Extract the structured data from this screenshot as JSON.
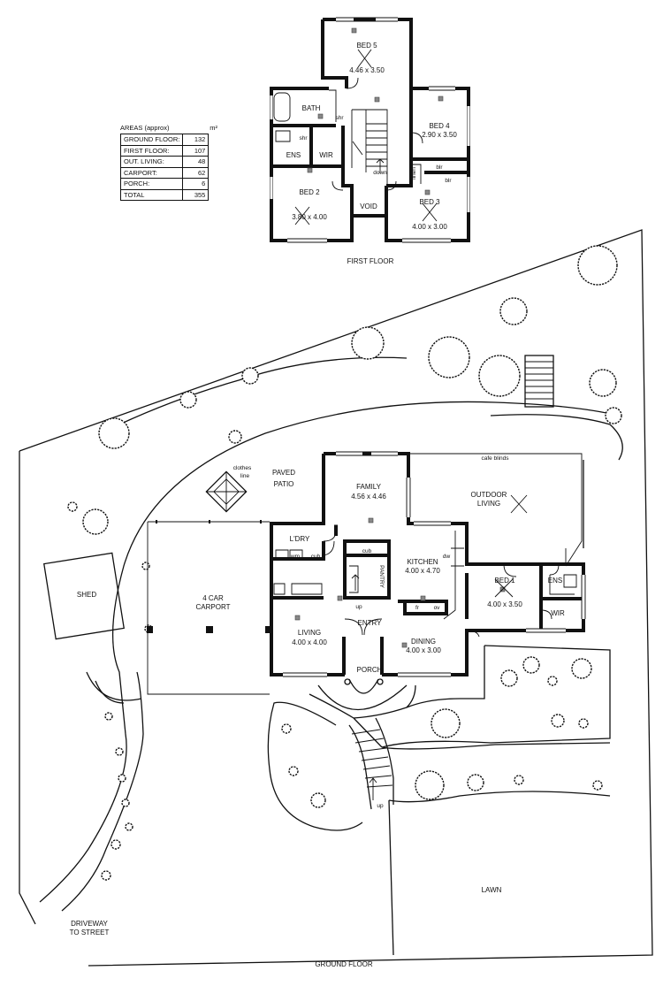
{
  "areas": {
    "heading": "AREAS (approx)",
    "unit": "m²",
    "rows": [
      {
        "label": "GROUND FLOOR:",
        "value": "132"
      },
      {
        "label": "FIRST FLOOR:",
        "value": "107"
      },
      {
        "label": "OUT. LIVING:",
        "value": "48"
      },
      {
        "label": "CARPORT:",
        "value": "62"
      },
      {
        "label": "PORCH:",
        "value": "6"
      },
      {
        "label": "TOTAL",
        "value": "355"
      }
    ]
  },
  "first_floor": {
    "title": "FIRST FLOOR",
    "bed5": {
      "name": "BED 5",
      "size": "4.46 x 3.50"
    },
    "bed4": {
      "name": "BED 4",
      "size": "2.90 x 3.50"
    },
    "bed2": {
      "name": "BED 2",
      "size": "3.80 x 4.00"
    },
    "bed3": {
      "name": "BED 3",
      "size": "4.00 x 3.00"
    },
    "bath": "BATH",
    "shr1": "shr",
    "shr2": "shr",
    "ens": "ENS",
    "wir": "WIR",
    "linen": "linen",
    "blr1": "blr",
    "blr2": "blr",
    "void": "VOID",
    "down": "down"
  },
  "ground_floor": {
    "title": "GROUND FLOOR",
    "clothes_line": [
      "clothes",
      "line"
    ],
    "paved_patio": [
      "PAVED",
      "PATIO"
    ],
    "family": {
      "name": "FAMILY",
      "size": "4.56 x 4.46"
    },
    "cafe_blinds": "cafe blinds",
    "outdoor_living": [
      "OUTDOOR",
      "LIVING"
    ],
    "ldry": "L'DRY",
    "wm": "wm",
    "cub1": "cub",
    "cub2": "cub",
    "pantry": "PANTRY",
    "kitchen": {
      "name": "KITCHEN",
      "size": "4.00 x 4.70"
    },
    "dw": "dw",
    "fr": "fr",
    "ov": "ov",
    "up1": "up",
    "up2": "up",
    "bed1": {
      "name": "BED 1",
      "size": "4.00 x 3.50"
    },
    "ens": "ENS",
    "wir": "WIR",
    "carport": [
      "4 CAR",
      "CARPORT"
    ],
    "shed": "SHED",
    "living": {
      "name": "LIVING",
      "size": "4.00 x 4.00"
    },
    "entry": "ENTRY",
    "dining": {
      "name": "DINING",
      "size": "4.00 x 3.00"
    },
    "porch": "PORCH",
    "lawn": "LAWN",
    "driveway": [
      "DRIVEWAY",
      "TO STREET"
    ]
  }
}
